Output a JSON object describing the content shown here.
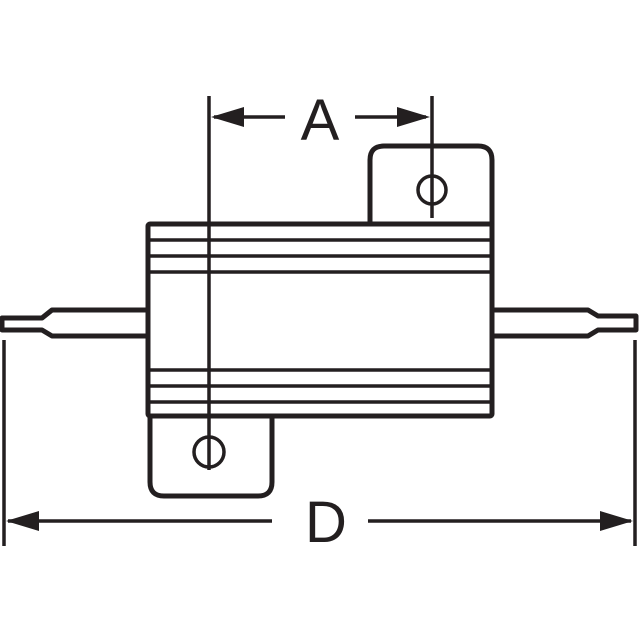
{
  "diagram": {
    "dimension_a": {
      "label": "A"
    },
    "dimension_d": {
      "label": "D"
    }
  },
  "colors": {
    "ink": "#231f20",
    "background": "#ffffff"
  },
  "icons": {
    "mounting_hole": "circle-with-vertical-line"
  }
}
